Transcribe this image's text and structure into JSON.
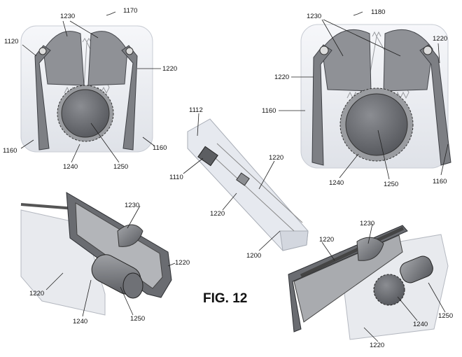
{
  "caption": "FIG. 12",
  "labels": {
    "top_left_ref": "1170",
    "top_right_ref": "1180",
    "tl_1230": "1230",
    "tl_1120": "1120",
    "tl_1220": "1220",
    "tl_1160_left": "1160",
    "tl_1160_right": "1160",
    "tl_1240": "1240",
    "tl_1250": "1250",
    "tr_1230": "1230",
    "tr_1220_right": "1220",
    "tr_1220_left": "1220",
    "tr_1160_left": "1160",
    "tr_1160_right": "1160",
    "tr_1240": "1240",
    "tr_1250": "1250",
    "c_1112": "1112",
    "c_1110": "1110",
    "c_1220_top": "1220",
    "c_1220_bottom": "1220",
    "c_1200": "1200",
    "bl_1230": "1230",
    "bl_1220_right": "1220",
    "bl_1220_left": "1220",
    "bl_1240": "1240",
    "bl_1250": "1250",
    "br_1230": "1230",
    "br_1220_top": "1220",
    "br_1250": "1250",
    "br_1240": "1240",
    "br_1220_bottom": "1220"
  }
}
